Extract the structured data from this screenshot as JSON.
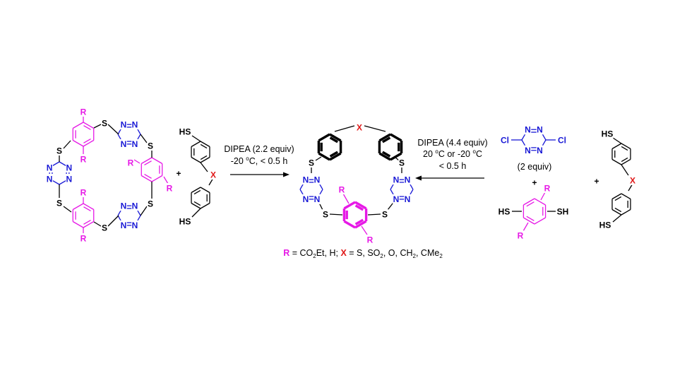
{
  "colors": {
    "black": "#000000",
    "magenta": "#e619e6",
    "blue": "#1a1ad6",
    "red": "#e01818"
  },
  "labels": {
    "R": "R",
    "X": "X",
    "S": "S",
    "N": "N",
    "SH": "SH",
    "HS": "HS",
    "Cl": "Cl",
    "plus": "+"
  },
  "left_conditions": {
    "line1": "DIPEA (2.2 equiv)",
    "line2_pre": "-20 ",
    "line2_sup": "o",
    "line2_post": "C, < 0.5 h"
  },
  "right_conditions": {
    "line1": "DIPEA (4.4 equiv)",
    "line2_a": "20 ",
    "line2_a_sup": "o",
    "line2_b": "C or -20 ",
    "line2_b_sup": "o",
    "line2_c": "C",
    "line3": "< 0.5 h"
  },
  "equiv_note": "(2 equiv)",
  "footnote": {
    "R": "R",
    "eq1": " = CO",
    "sub2": "2",
    "et": "Et, H; ",
    "X": "X",
    "eq2": " = S, SO",
    "sub2b": "2",
    "rest": ", O, CH",
    "sub2c": "2",
    "cme": ", CMe",
    "sub2d": "2"
  }
}
